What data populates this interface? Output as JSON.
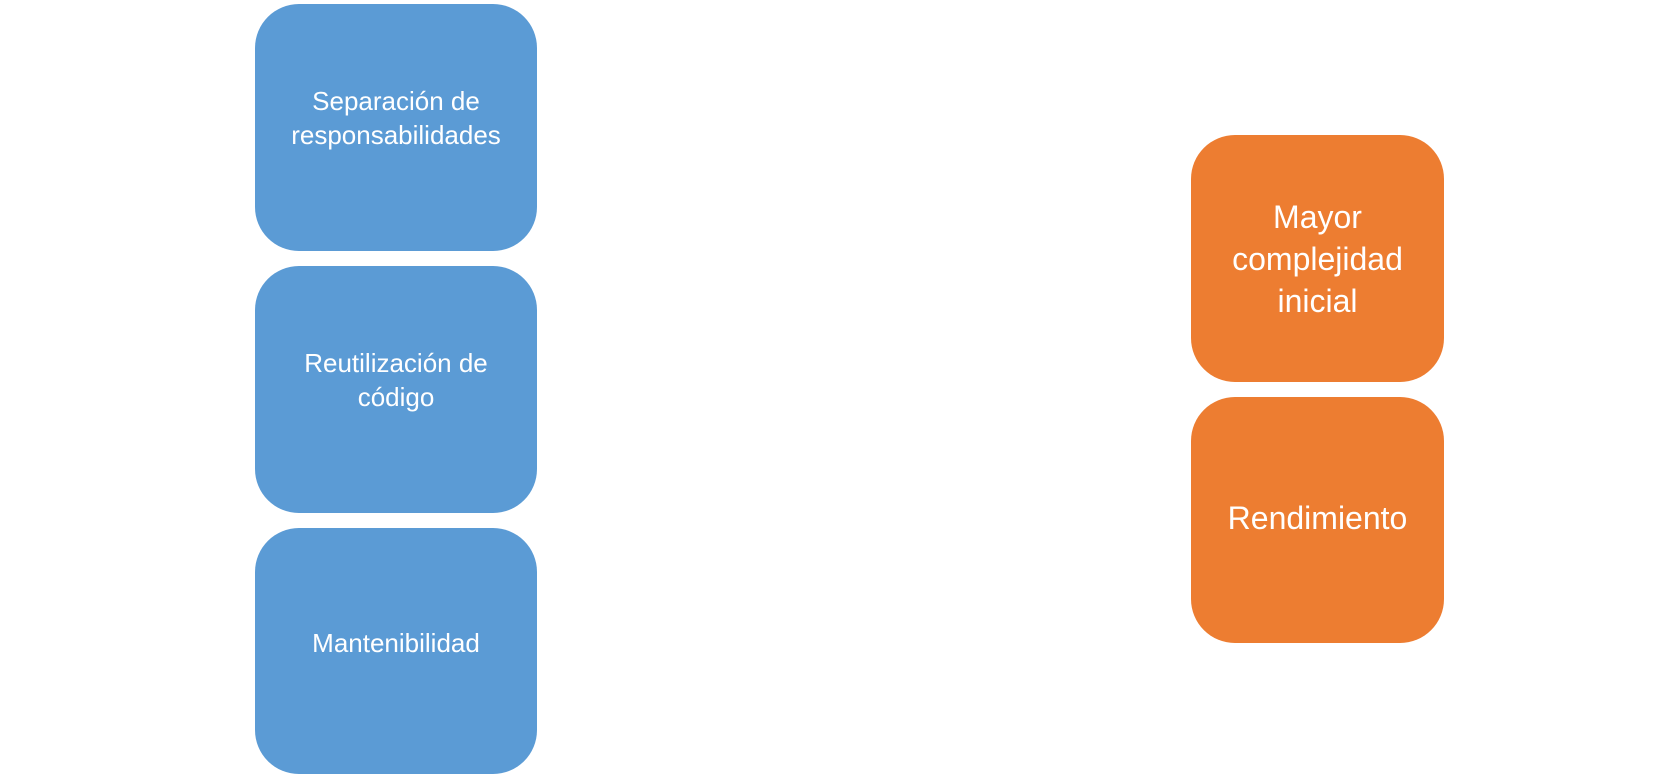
{
  "diagram": {
    "left_column": {
      "color": "#5b9bd5",
      "items": [
        {
          "label": "Separación  de responsabilidades"
        },
        {
          "label": "Reutilización de código"
        },
        {
          "label": "Mantenibilidad"
        }
      ]
    },
    "right_column": {
      "color": "#ed7d31",
      "items": [
        {
          "label": "Mayor complejidad inicial"
        },
        {
          "label": "Rendimiento"
        }
      ]
    }
  }
}
